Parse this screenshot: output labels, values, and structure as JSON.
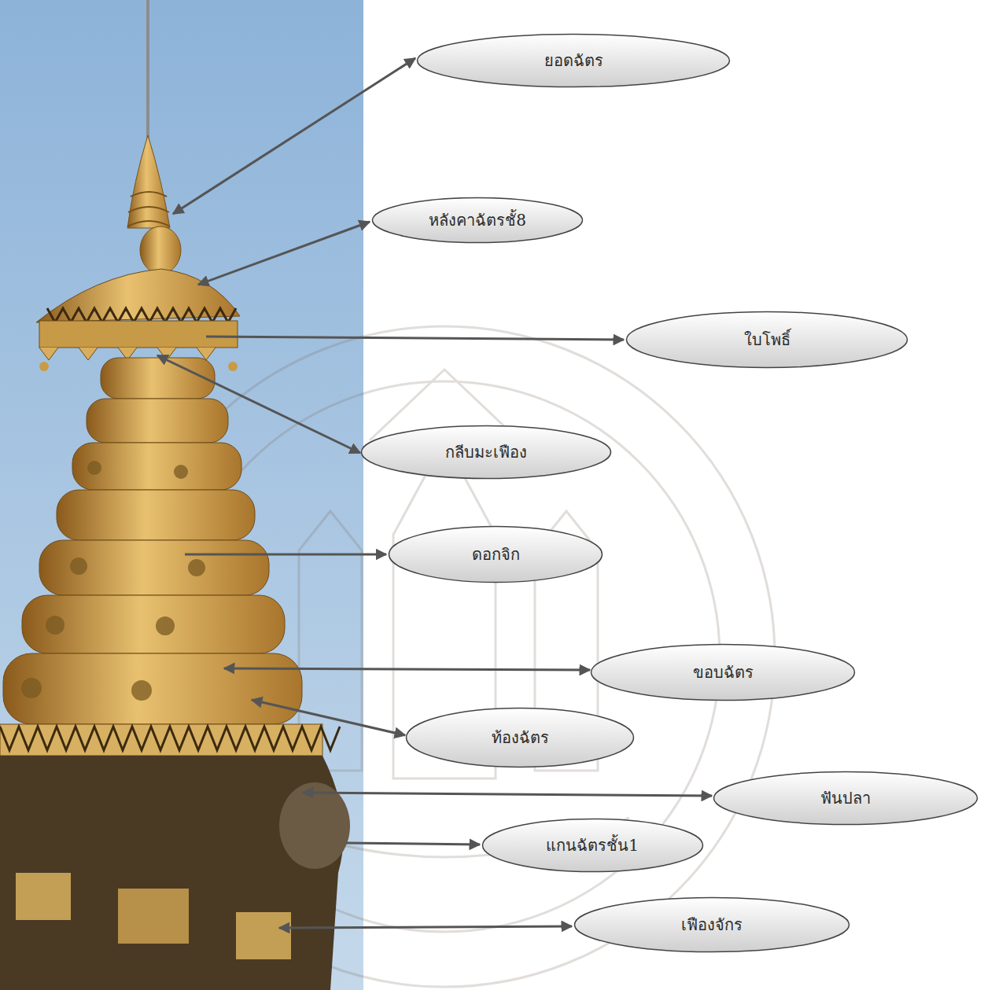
{
  "diagram": {
    "nodes": [
      {
        "text": [
          "ยอดฉัตร"
        ]
      },
      {
        "text": [
          "หลังคาฉัตรชั้8"
        ]
      },
      {
        "text": [
          "ใบโพธิ์"
        ]
      },
      {
        "text": [
          "กลีบมะเฟือง"
        ]
      },
      {
        "text": [
          "ดอกจิก"
        ]
      },
      {
        "text": [
          "ขอบฉัตร"
        ]
      },
      {
        "text": [
          "ท้องฉัตร"
        ]
      },
      {
        "text": [
          "ฟันปลา"
        ]
      },
      {
        "text": [
          "แกนฉัตรชั้น1"
        ]
      },
      {
        "text": [
          "เฟืองจักร"
        ]
      }
    ]
  }
}
